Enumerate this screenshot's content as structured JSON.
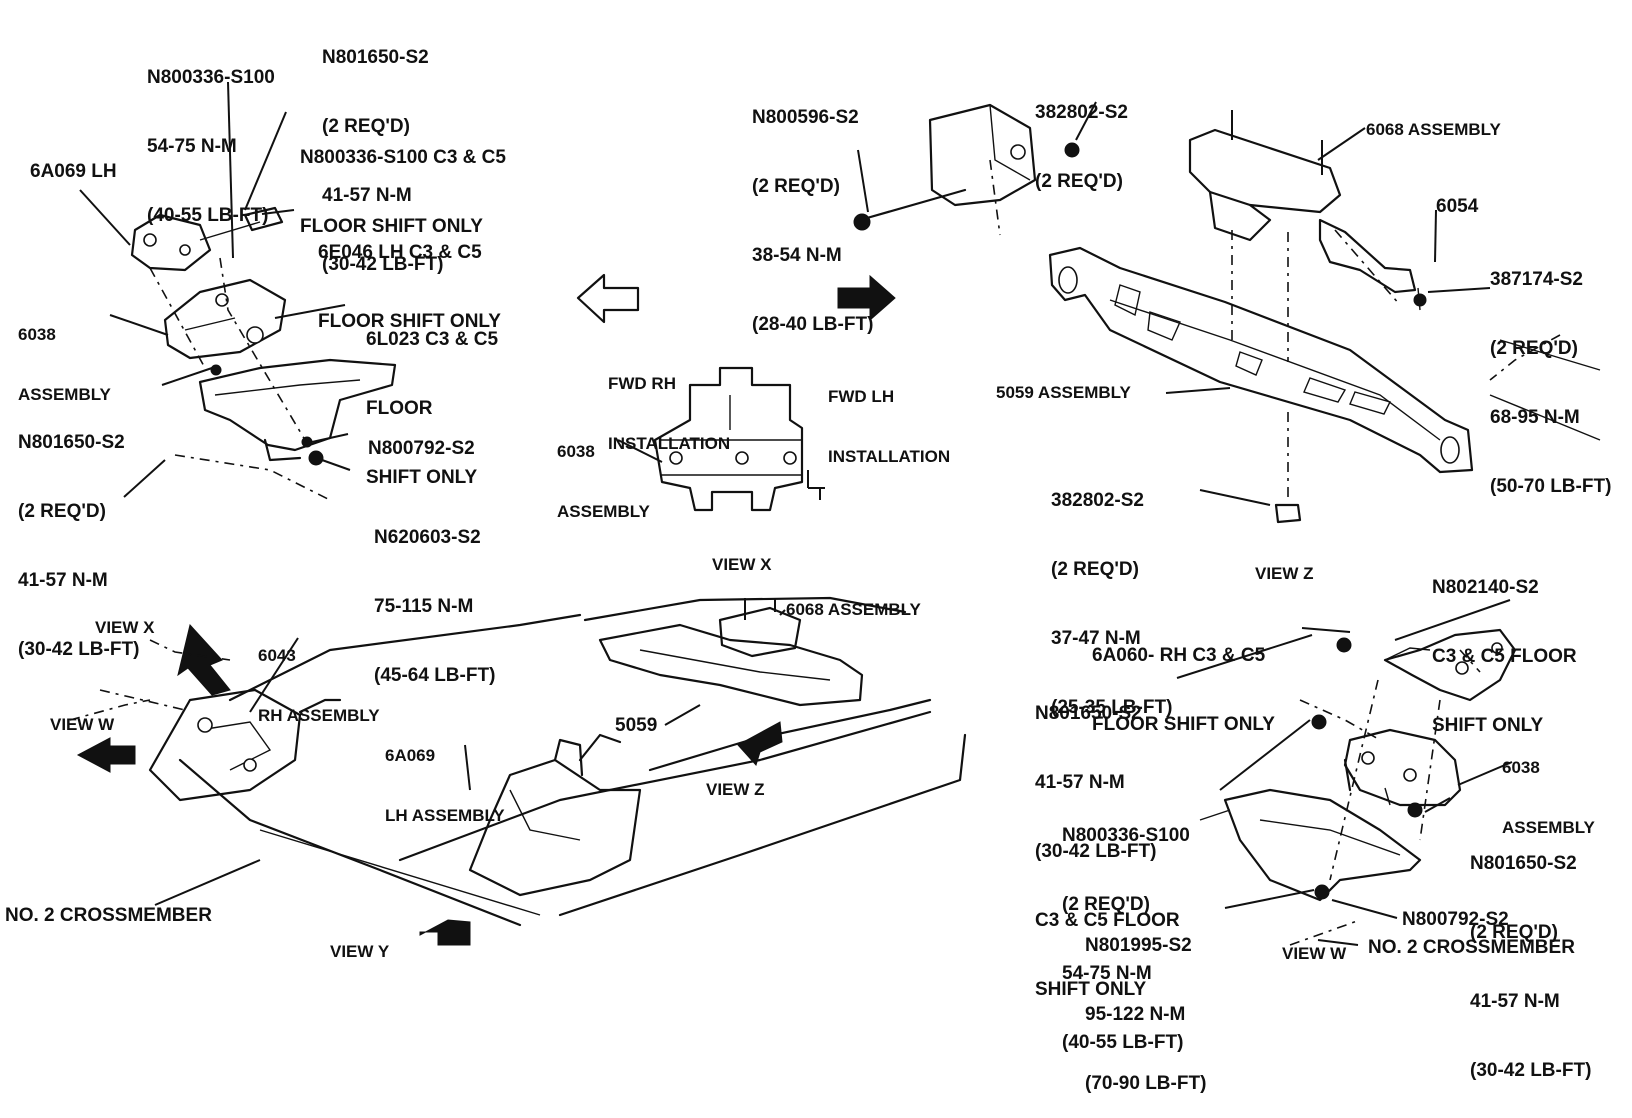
{
  "left_upper": {
    "n800336_top": [
      "N800336-S100",
      "54-75 N-M",
      "(40-55 LB-FT)"
    ],
    "n801650_top": [
      "N801650-S2",
      "(2 REQ'D)",
      "41-57 N-M",
      "(30-42 LB-FT)"
    ],
    "n800336_floor": [
      "N800336-S100 C3 & C5",
      "FLOOR SHIFT ONLY"
    ],
    "lh_6a069": "6A069 LH",
    "bracket_6e046": [
      "6E046 LH C3 & C5",
      "FLOOR SHIFT ONLY"
    ],
    "assembly_6038": [
      "6038",
      "ASSEMBLY"
    ],
    "bracket_6l023": [
      "6L023 C3 & C5",
      "FLOOR",
      "SHIFT ONLY"
    ],
    "n801650_left": [
      "N801650-S2",
      "(2 REQ'D)",
      "41-57 N-M",
      "(30-42 LB-FT)"
    ],
    "n800792": "N800792-S2",
    "n620603": [
      "N620603-S2",
      "75-115 N-M",
      "(45-64 LB-FT)"
    ]
  },
  "center": {
    "fwd_rh": [
      "FWD RH",
      "INSTALLATION"
    ],
    "fwd_lh": [
      "FWD LH",
      "INSTALLATION"
    ],
    "assembly_6038": [
      "6038",
      "ASSEMBLY"
    ],
    "view_x": "VIEW X"
  },
  "right_upper": {
    "n800596": [
      "N800596-S2",
      "(2 REQ'D)",
      "38-54 N-M",
      "(28-40 LB-FT)"
    ],
    "n382802_top": [
      "382802-S2",
      "(2 REQ'D)"
    ],
    "assembly_6068": "6068 ASSEMBLY",
    "part_6054": "6054",
    "n387174": [
      "387174-S2",
      "(2 REQ'D)",
      "68-95 N-M",
      "(50-70 LB-FT)"
    ],
    "assembly_5059": "5059 ASSEMBLY",
    "n382802_bottom": [
      "382802-S2",
      "(2 REQ'D)",
      "37-47 N-M",
      "(25-35 LB-FT)"
    ],
    "view_z": "VIEW Z"
  },
  "lower_left": {
    "view_x": "VIEW X",
    "rh_6043": [
      "6043",
      "RH ASSEMBLY"
    ],
    "view_w": "VIEW W",
    "assembly_6068": "6068 ASSEMBLY",
    "lh_6a069": [
      "6A069",
      "LH ASSEMBLY"
    ],
    "part_5059": "5059",
    "view_z": "VIEW Z",
    "crossmember": "NO. 2 CROSSMEMBER",
    "view_y": "VIEW Y"
  },
  "lower_right": {
    "n802140": [
      "N802140-S2",
      "C3 & C5 FLOOR",
      "SHIFT ONLY"
    ],
    "rh_6a060": [
      "6A060- RH C3 & C5",
      "FLOOR SHIFT ONLY"
    ],
    "n801650_mid": [
      "N801650-S2",
      "41-57 N-M",
      "(30-42 LB-FT)",
      "C3 & C5 FLOOR",
      "SHIFT ONLY"
    ],
    "assembly_6038": [
      "6038",
      "ASSEMBLY"
    ],
    "n800336": [
      "N800336-S100",
      "(2 REQ'D)",
      "54-75 N-M",
      "(40-55 LB-FT)"
    ],
    "n801650_right": [
      "N801650-S2",
      "(2 REQ'D)",
      "41-57 N-M",
      "(30-42 LB-FT)"
    ],
    "n801995": [
      "N801995-S2",
      "95-122 N-M",
      "(70-90 LB-FT)"
    ],
    "n800792": "N800792-S2",
    "crossmember": "NO. 2 CROSSMEMBER",
    "view_w": "VIEW W"
  }
}
